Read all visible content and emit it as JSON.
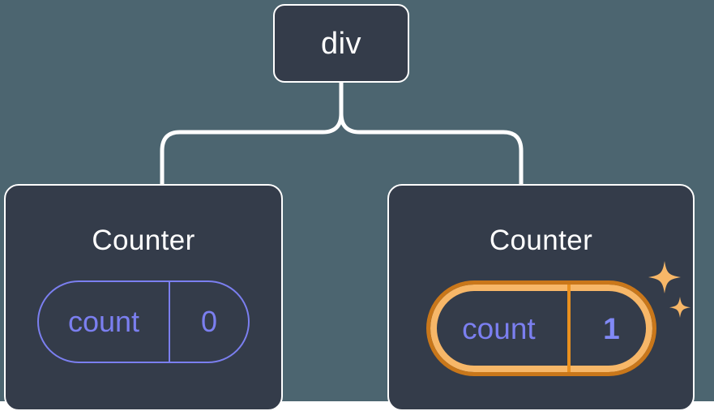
{
  "diagram": {
    "type": "component-tree",
    "background_color": "#4c6570",
    "node_fill_color": "#343c4a",
    "node_border_color": "#ffffff",
    "edge_color": "#ffffff",
    "accent_purple": "#7b7ff0",
    "highlight_orange_light": "#f7b768",
    "highlight_orange_dark": "#c9771a",
    "root": {
      "label": "div"
    },
    "children": [
      {
        "label": "Counter",
        "highlighted": false,
        "state": {
          "key": "count",
          "value": "0"
        }
      },
      {
        "label": "Counter",
        "highlighted": true,
        "state": {
          "key": "count",
          "value": "1"
        },
        "sparkles": 2
      }
    ]
  }
}
